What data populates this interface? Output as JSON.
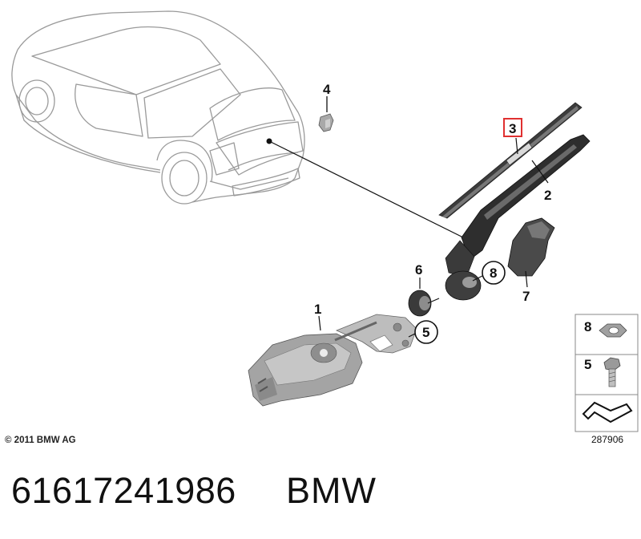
{
  "diagram": {
    "callouts": {
      "part_1": "1",
      "part_2": "2",
      "part_3": "3",
      "part_4": "4",
      "part_5": "5",
      "part_6": "6",
      "part_7": "7",
      "part_8": "8"
    },
    "legend": {
      "item_a": "8",
      "item_b": "5"
    },
    "diagram_number": "287906",
    "copyright": "© 2011 BMW AG",
    "highlight_color": "#e03030"
  },
  "caption": {
    "part_number": "61617241986",
    "brand": "BMW"
  }
}
